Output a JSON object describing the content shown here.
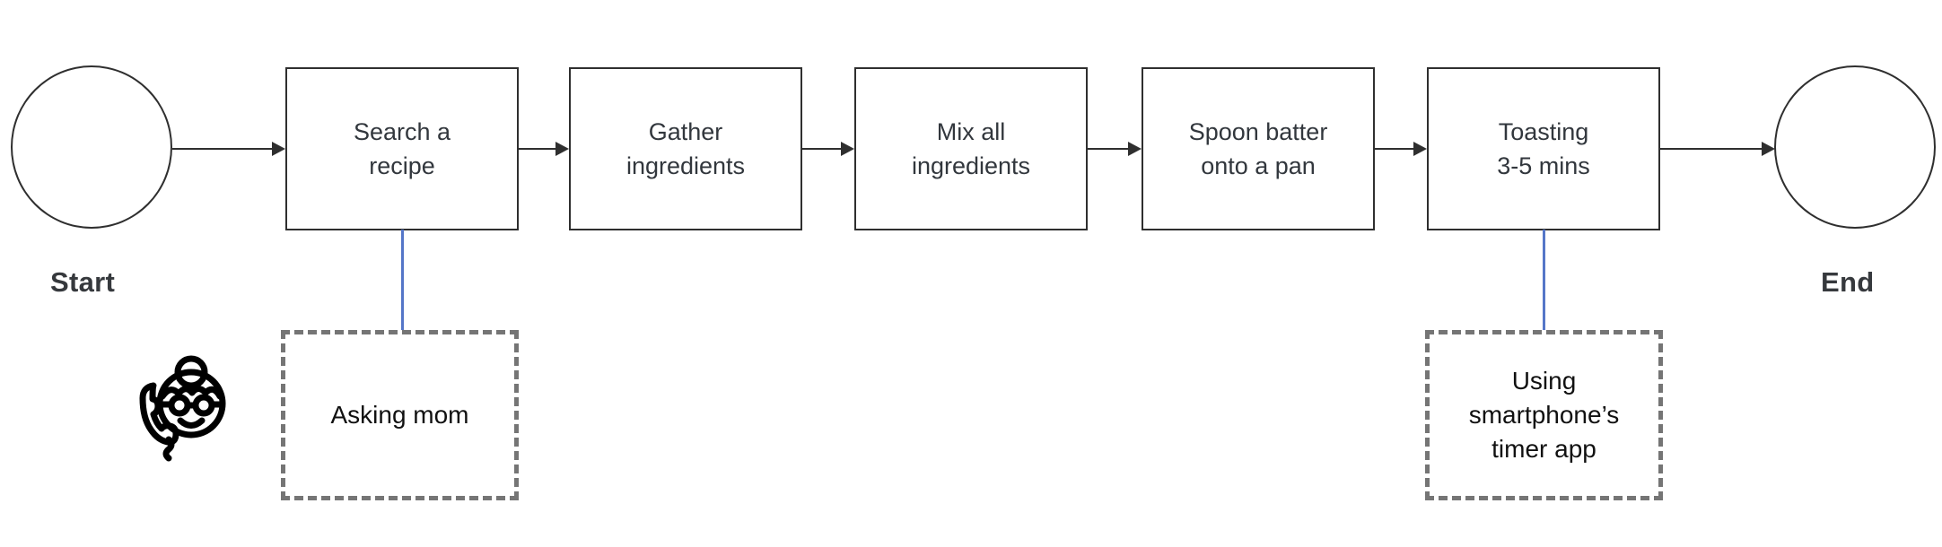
{
  "diagram": {
    "title": "Pancake making process flowchart",
    "background_color": "#ffffff",
    "stroke_color": "#2f2f2f",
    "annotation_border_color": "#757575",
    "connector_color": "#5576c8"
  },
  "terminators": {
    "start": {
      "label": "Start",
      "shape": "circle"
    },
    "end": {
      "label": "End",
      "shape": "circle"
    }
  },
  "steps": [
    {
      "id": "step-1",
      "label": "Search a\nrecipe"
    },
    {
      "id": "step-2",
      "label": "Gather\ningredients"
    },
    {
      "id": "step-3",
      "label": "Mix all\ningredients"
    },
    {
      "id": "step-4",
      "label": "Spoon batter\nonto a pan"
    },
    {
      "id": "step-5",
      "label": "Toasting\n3-5 mins"
    }
  ],
  "annotations": [
    {
      "id": "annotation-asking-mom",
      "label": "Asking mom",
      "attached_to": "step-1"
    },
    {
      "id": "annotation-timer-app",
      "label": "Using\nsmartphone’s\ntimer app",
      "attached_to": "step-5"
    }
  ],
  "icons": {
    "mom_call": "mom-phone-call-icon"
  }
}
